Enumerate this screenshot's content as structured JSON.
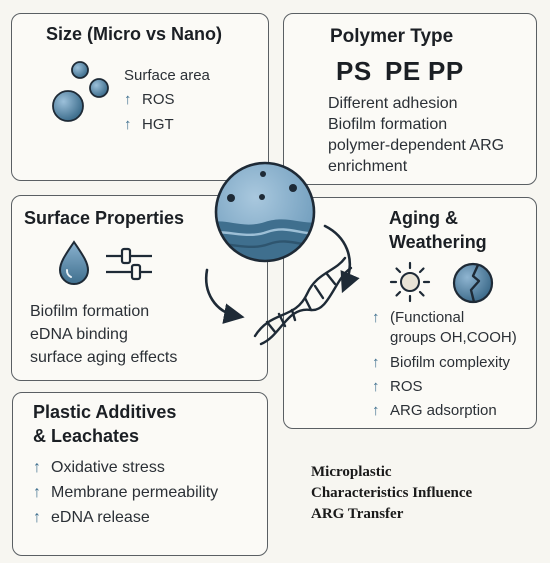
{
  "size_box": {
    "title": "Size (Micro vs Nano)",
    "lines": [
      "Surface area",
      "ROS",
      "HGT"
    ],
    "icons": [
      "particle-spheres-icon"
    ]
  },
  "polymer_box": {
    "title": "Polymer Type",
    "polymers": [
      "PS",
      "PE",
      "PP"
    ],
    "lines": [
      "Different adhesion",
      "Biofilm formation",
      "polymer-dependent ARG",
      "enrichment"
    ]
  },
  "surface_box": {
    "title": "Surface Properties",
    "lines": [
      "Biofilm formation",
      "eDNA binding",
      "surface aging effects"
    ],
    "icons": [
      "droplet-icon",
      "adjustment-sliders-icon"
    ]
  },
  "aging_box": {
    "title_line1": "Aging &",
    "title_line2": "Weathering",
    "lines": [
      "(Functional",
      "groups OH,COOH)",
      "Biofilm complexity",
      "ROS",
      "ARG adsorption"
    ],
    "icons": [
      "sun-icon",
      "cracked-particle-icon"
    ]
  },
  "additives_box": {
    "title_line1": "Plastic Additives",
    "title_line2": "& Leachates",
    "lines": [
      "Oxidative stress",
      "Membrane permeability",
      "eDNA release"
    ]
  },
  "caption": {
    "line1": "Microplastic",
    "line2": "Characteristics Influence",
    "line3": "ARG Transfer"
  },
  "arrow_symbol": "↑",
  "colors": {
    "border": "#5a5f63",
    "accent_blue": "#4e7d9d",
    "light_blue": "#86aecb",
    "dark_navy": "#1e2a36"
  }
}
